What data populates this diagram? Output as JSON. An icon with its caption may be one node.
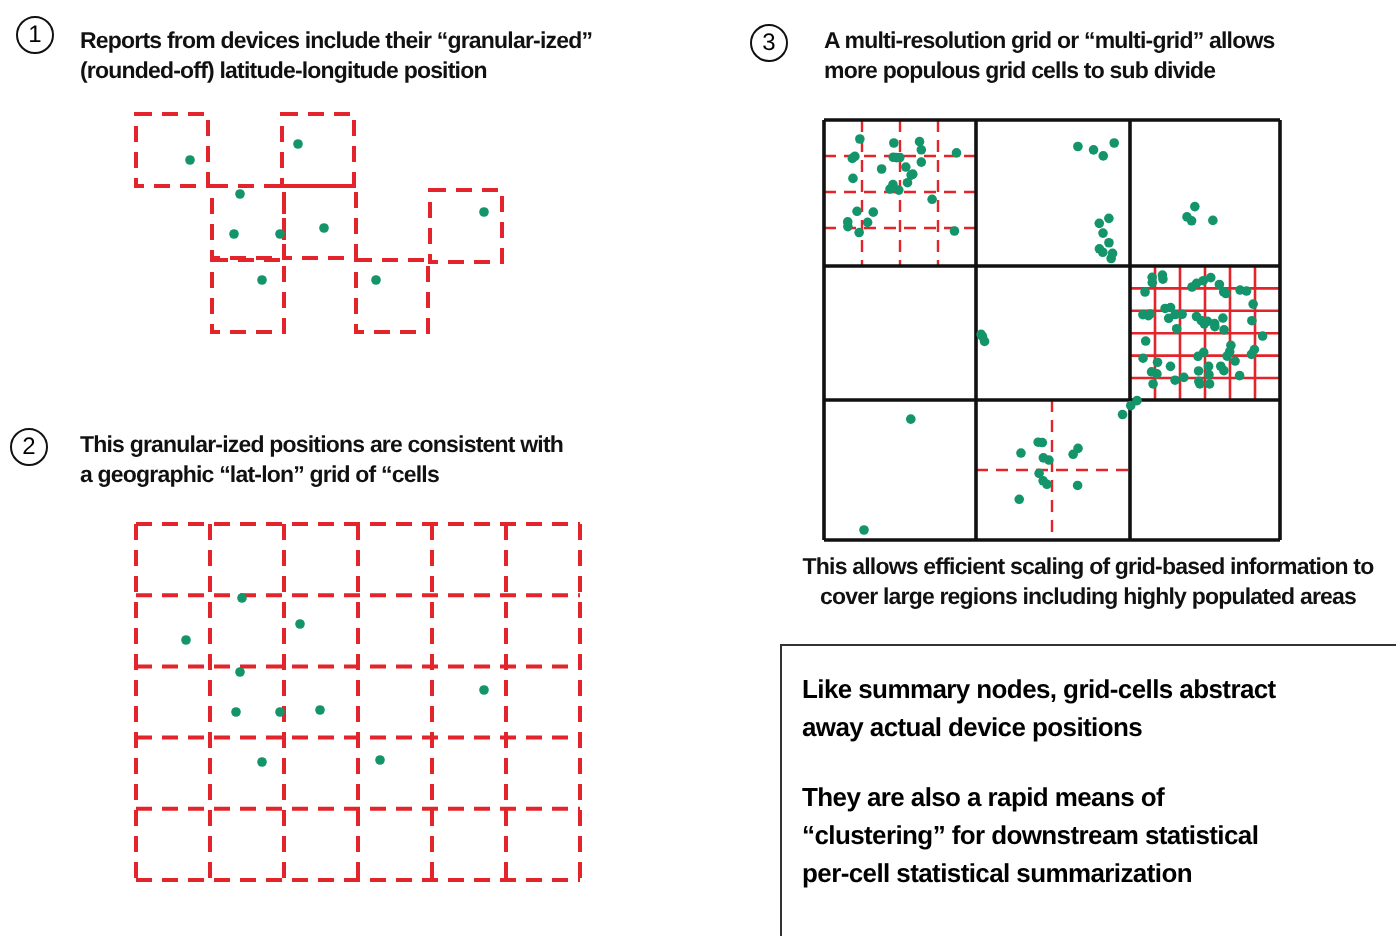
{
  "diagram": {
    "nodes": [
      {
        "text": [
          "1"
        ]
      },
      {
        "text": [
          "2"
        ]
      },
      {
        "text": [
          "3"
        ]
      },
      {
        "text": [
          "Like summary nodes, grid-cells abstract away actual device positions",
          "They are also a rapid means of “clustering” for downstream statistical per-cell statistical summarization"
        ]
      }
    ],
    "edges": [],
    "labels": [
      "Reports from devices include their “granular-ized” (rounded-off) latitude-longitude position",
      "This granular-ized positions are consistent with a geographic “lat-lon” grid of “cells",
      "A multi-resolution grid or “multi-grid” allows more populous grid cells to sub divide",
      "This allows efficient scaling of grid-based information to cover large regions including highly populated areas"
    ]
  }
}
